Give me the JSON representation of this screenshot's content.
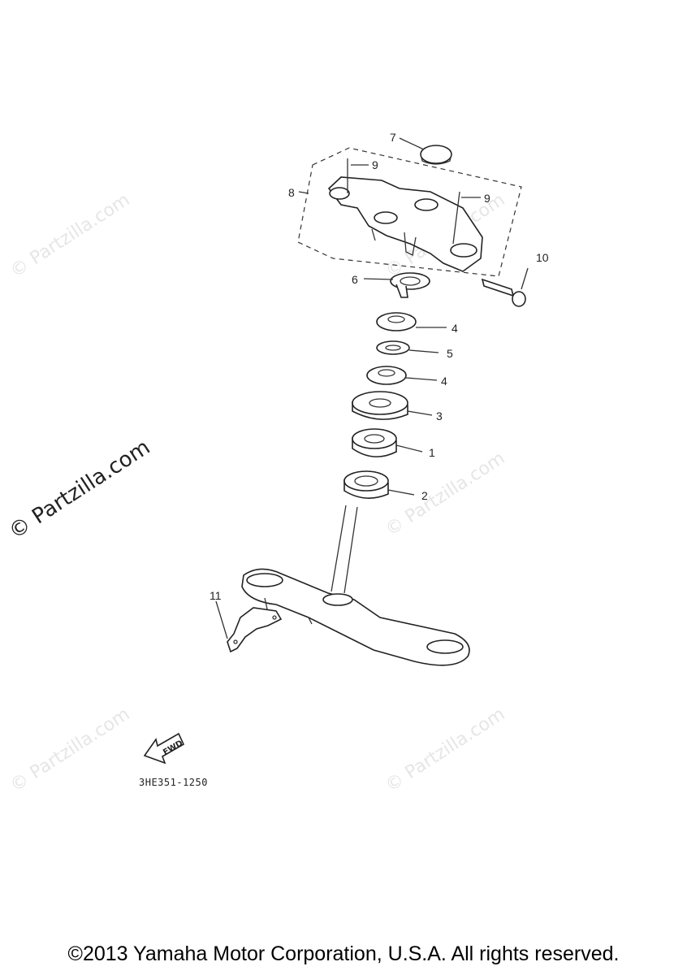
{
  "watermarks": {
    "light": "© Partzilla.com",
    "dark": "© Partzilla.com"
  },
  "callouts": {
    "p1": "1",
    "p2": "2",
    "p3": "3",
    "p4a": "4",
    "p4b": "4",
    "p5": "5",
    "p6": "6",
    "p7": "7",
    "p8": "8",
    "p9a": "9",
    "p9b": "9",
    "p10": "10",
    "p11": "11"
  },
  "fwd_arrow": {
    "label": "FWD",
    "icon": "fwd-arrow-icon"
  },
  "figure_code": "3HE351-1250",
  "copyright": "©2013 Yamaha Motor Corporation, U.S.A. All rights reserved."
}
